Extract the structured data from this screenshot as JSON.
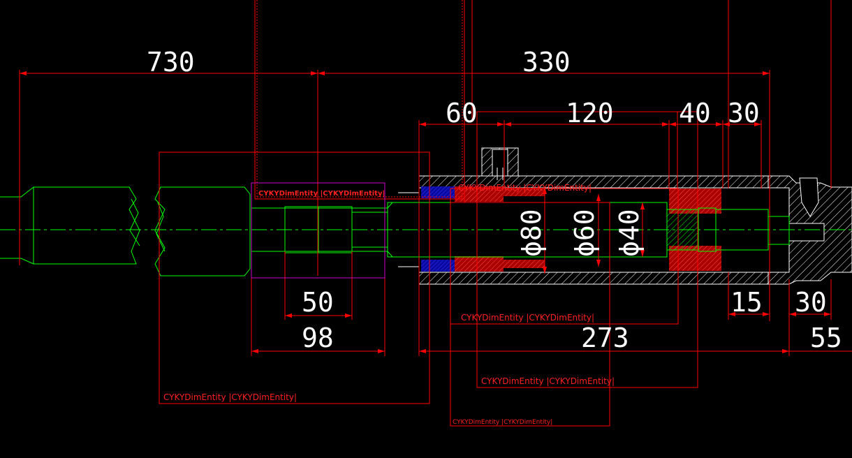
{
  "colors": {
    "background": "#000000",
    "dimension": "#ff0000",
    "outline": "#00ff00",
    "text": "#ffffff",
    "selection": "#cc00cc",
    "seal_red": "#cc1010",
    "seal_blue": "#1010cc",
    "hatch": "#ffffff"
  },
  "dimensions": {
    "d730": "730",
    "d330": "330",
    "d60": "60",
    "d120": "120",
    "d40": "40",
    "d30_top": "30",
    "d50": "50",
    "d98": "98",
    "d273": "273",
    "d15": "15",
    "d30_bottom": "30",
    "d55": "55"
  },
  "diameters": {
    "phi80": "ϕ80",
    "phi60": "ϕ60",
    "phi40": "ϕ40"
  },
  "entity_labels": {
    "main": "CYKYDimEntity |CYKYDimEntity|",
    "inner_top": "CYKYDimEntity |CYKYDimEntity|",
    "mid": "CYKYDimEntity |CYKYDimEntity|",
    "lower": "CYKYDimEntity |CYKYDimEntity|",
    "small": "CYKYDimEntity |CYKYDimEntity|",
    "highlighted": "CYKYDimEntity |CYKYDimEntity|"
  }
}
